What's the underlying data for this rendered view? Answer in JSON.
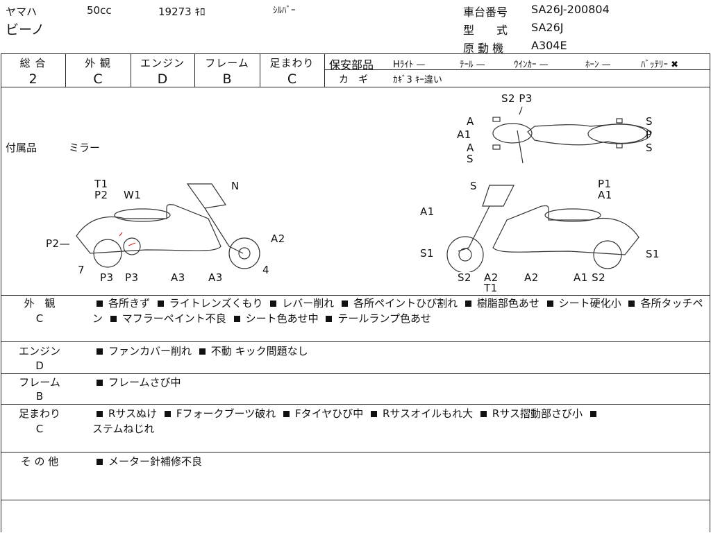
{
  "header": {
    "maker": "ヤマハ",
    "displacement": "50cc",
    "mileage": "19273 ｷﾛ",
    "color": "ｼﾙﾊﾞｰ",
    "model_name": "ビーノ",
    "chassis_label": "車台番号",
    "chassis_value": "SA26J-200804",
    "type_label": "型　　式",
    "type_value": "SA26J",
    "engine_label": "原 動 機",
    "engine_value": "A304E"
  },
  "grades": [
    {
      "label": "総 合",
      "value": "2"
    },
    {
      "label": "外 観",
      "value": "C"
    },
    {
      "label": "エンジン",
      "value": "D"
    },
    {
      "label": "フレーム",
      "value": "B"
    },
    {
      "label": "足まわり",
      "value": "C"
    }
  ],
  "safety": {
    "label": "保安部品",
    "headlight": "Hﾗｲﾄ —",
    "tail": "ﾃｰﾙ —",
    "winker": "ｳｲﾝｶｰ —",
    "horn": "ﾎｰﾝ —",
    "battery": "ﾊﾞｯﾃﾘｰ ✖",
    "key_label": "カ　ギ",
    "key_value": "ｶｷﾞ3 ｷｰ違い"
  },
  "accessories": {
    "label": "付属品",
    "value": "ミラー"
  },
  "callouts": {
    "top": {
      "s2p3": "S2 P3",
      "a_top": "A",
      "a1": "A1",
      "a_bottom": "A",
      "s_bottom": "S",
      "s_right_top": "S",
      "p_right": "P",
      "s_right_bottom": "S"
    },
    "left": {
      "t1": "T1",
      "p2a": "P2",
      "w1": "W1",
      "n": "N",
      "p2b": "P2—",
      "a2": "A2",
      "seven": "7",
      "p3a": "P3",
      "p3b": "P3",
      "a3a": "A3",
      "a3b": "A3",
      "four": "4"
    },
    "right": {
      "s": "S",
      "p1": "P1",
      "a1r": "A1",
      "a1l": "A1",
      "s1l": "S1",
      "s1r": "S1",
      "s2a": "S2",
      "a2a": "A2",
      "t1": "T1",
      "a2b": "A2",
      "a1b": "A1 S2"
    }
  },
  "sections": [
    {
      "title1": "外　観",
      "title2": "C",
      "line1": [
        "各所きず",
        "ライトレンズくもり",
        "レバー削れ",
        "各所ペイントひび割れ",
        "樹脂部色あせ",
        "シート硬"
      ],
      "line2_lead": "化小",
      "line2": [
        "各所タッチペン",
        "マフラーペイント不良",
        "シート色あせ中",
        "テールランプ色あせ"
      ]
    },
    {
      "title1": "エンジン",
      "title2": "D",
      "line1": [
        "ファンカバー削れ",
        "不動 キック問題なし"
      ]
    },
    {
      "title1": "フレーム",
      "title2": "B",
      "line1": [
        "フレームさび中"
      ]
    },
    {
      "title1": "足まわり",
      "title2": "C",
      "line1": [
        "Rサスぬけ",
        "Fフォークブーツ破れ",
        "Fタイヤひび中",
        "Rサスオイルもれ大",
        "Rサス摺動部さび小",
        ""
      ],
      "line2_lead": "ステムねじれ"
    },
    {
      "title1": "そ の 他",
      "title2": "",
      "line1": [
        "メーター針補修不良"
      ]
    }
  ]
}
